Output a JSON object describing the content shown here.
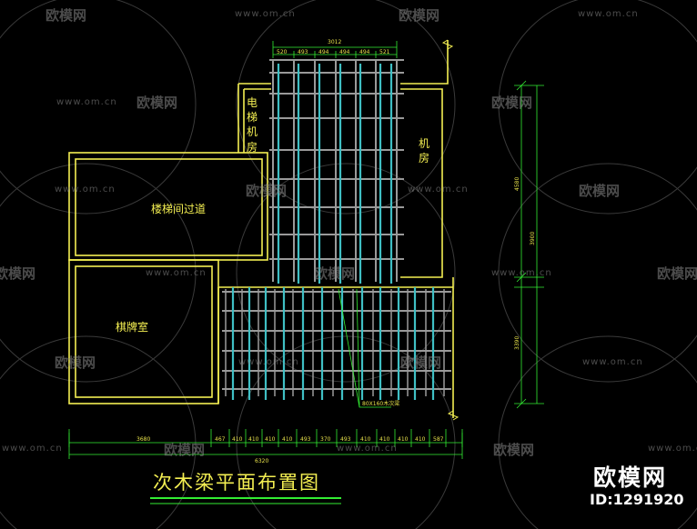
{
  "drawing": {
    "title": "次木梁平面布置图",
    "rooms": {
      "elevator_room": "电梯机房",
      "machine_room": "机房",
      "stair_corridor": "楼梯间过道",
      "chess_room": "棋牌室"
    },
    "dimensions": {
      "top_total": "3012",
      "top_segments": [
        "520",
        "493",
        "494",
        "494",
        "494",
        "521"
      ],
      "bottom_total": "6320",
      "bottom_segments": [
        "3680",
        "467",
        "410",
        "410",
        "410",
        "410",
        "493",
        "370",
        "493",
        "410",
        "410",
        "410",
        "410",
        "587"
      ],
      "right_labels": [
        "4580",
        "3900",
        "3390"
      ],
      "note": "80X160木次梁"
    }
  },
  "watermark": {
    "brand_cn": "欧模网",
    "url": "www.om.cn"
  },
  "brand": {
    "name": "欧模网",
    "id": "ID:1291920"
  },
  "colors": {
    "background": "#000000",
    "wall": "#f4ef52",
    "beam_cyan": "#3fbfc4",
    "beam_grey": "#9a9a9a",
    "dim_green": "#33ee33",
    "title_underline": "#33ee33"
  }
}
